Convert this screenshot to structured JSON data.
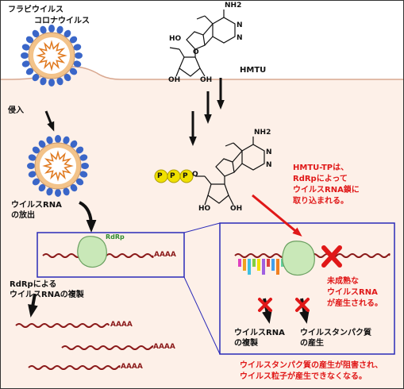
{
  "virus_label_1": "フラビウイルス",
  "virus_label_2": "コロナウイルス",
  "steps": {
    "entry": "侵入",
    "release": [
      "ウイルスRNA",
      "の放出"
    ],
    "replication": [
      "RdRpによる",
      "ウイルスRNAの複製"
    ]
  },
  "compound": {
    "name": "HMTU",
    "nh2": "NH2",
    "oh": "OH",
    "ho": "HO",
    "n": "N",
    "o": "O",
    "p": "P"
  },
  "enzyme_label": "RdRp",
  "poly_a": "AAAA",
  "mechanism_text": [
    "HMTU-TPは、",
    "RdRpによって",
    "ウイルスRNA鎖に",
    "取り込まれる。"
  ],
  "immature_text": [
    "未成熟な",
    "ウイルスRNA",
    "が産生される。"
  ],
  "blocked": {
    "rna_replication": [
      "ウイルスRNA",
      "の複製"
    ],
    "protein_production": [
      "ウイルスタンパク質",
      "の産生"
    ]
  },
  "conclusion": [
    "ウイルスタンパク質の産生が阻害され、",
    "ウイルス粒子が産生できなくなる。"
  ],
  "colors": {
    "cell_interior": "#fdf0e8",
    "membrane": "#d9a890",
    "box": "#2a2ab8",
    "rna": "#8b1a1a",
    "enzyme": "#c9e8b8",
    "spike": "#3a66c8",
    "capsid_ring": "#f3c38a",
    "genome": "#e07a20",
    "phosphate": "#f0e000",
    "arrow_red": "#e01818"
  },
  "icons": [
    "virus-icon",
    "rdrp-enzyme-icon",
    "block-x-icon",
    "nucleotide-bar-icon"
  ]
}
